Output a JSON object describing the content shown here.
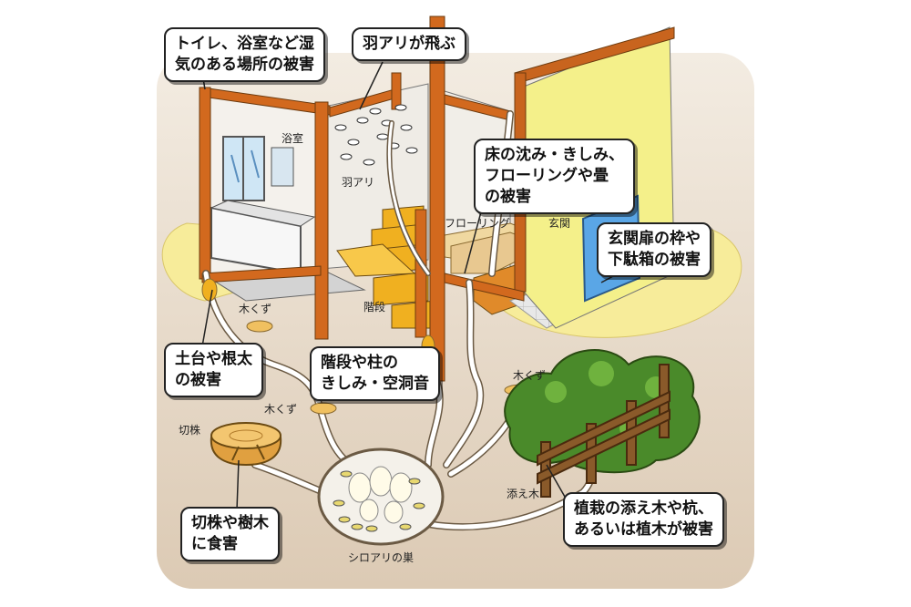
{
  "callouts": {
    "toilet_bath": [
      "トイレ、浴室など湿",
      "気のある場所の被害"
    ],
    "flying_ants": "羽アリが飛ぶ",
    "floor": [
      "床の沈み・きしみ、",
      "フローリングや畳",
      "の被害"
    ],
    "entrance_door": [
      "玄関扉の枠や",
      "下駄箱の被害"
    ],
    "sill_joist": [
      "土台や根太",
      "の被害"
    ],
    "stairs_pillar": [
      "階段や柱の",
      "きしみ・空洞音"
    ],
    "stump_tree": [
      "切株や樹木",
      "に食害"
    ],
    "planting_stake": [
      "植栽の添え木や杭、",
      "あるいは植木が被害"
    ]
  },
  "labels": {
    "bathroom": "浴室",
    "winged_ants": "羽アリ",
    "flooring": "フローリング",
    "entrance": "玄関",
    "stairs": "階段",
    "wood_chips_1": "木くず",
    "wood_chips_2": "木くず",
    "wood_chips_3": "木くず",
    "stump": "切株",
    "support_stake": "添え木",
    "termite_nest": "シロアリの巣"
  },
  "colors": {
    "ground": "#e8dccb",
    "yellow_patch": "#f7ec9a",
    "wall_yellow": "#f4f08a",
    "timber": "#d2691e",
    "tunnel": "#ffffff",
    "door_blue": "#5aa6e6",
    "bush_green": "#4a8a2a",
    "stair_orange": "#f0b020"
  }
}
